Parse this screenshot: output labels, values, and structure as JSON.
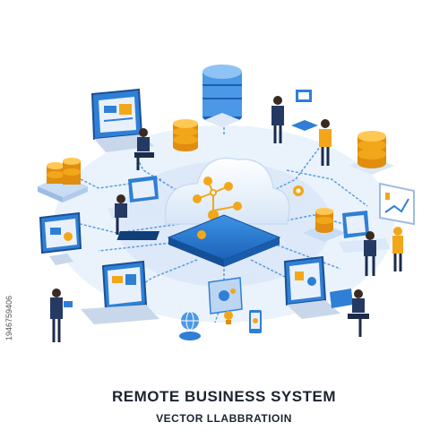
{
  "illustration": {
    "title": "REMOTE BUSINESS SYSTEM",
    "subtitle": "VECTOR LLABBRATIOIN",
    "stock_id": "1946759406",
    "colors": {
      "primary": "#2f7fd6",
      "light_blue": "#bcd6f2",
      "platform": "#e8f1fb",
      "coin": "#f2a71b",
      "suit": "#253a63",
      "cloud": "#f3f8fe"
    }
  }
}
